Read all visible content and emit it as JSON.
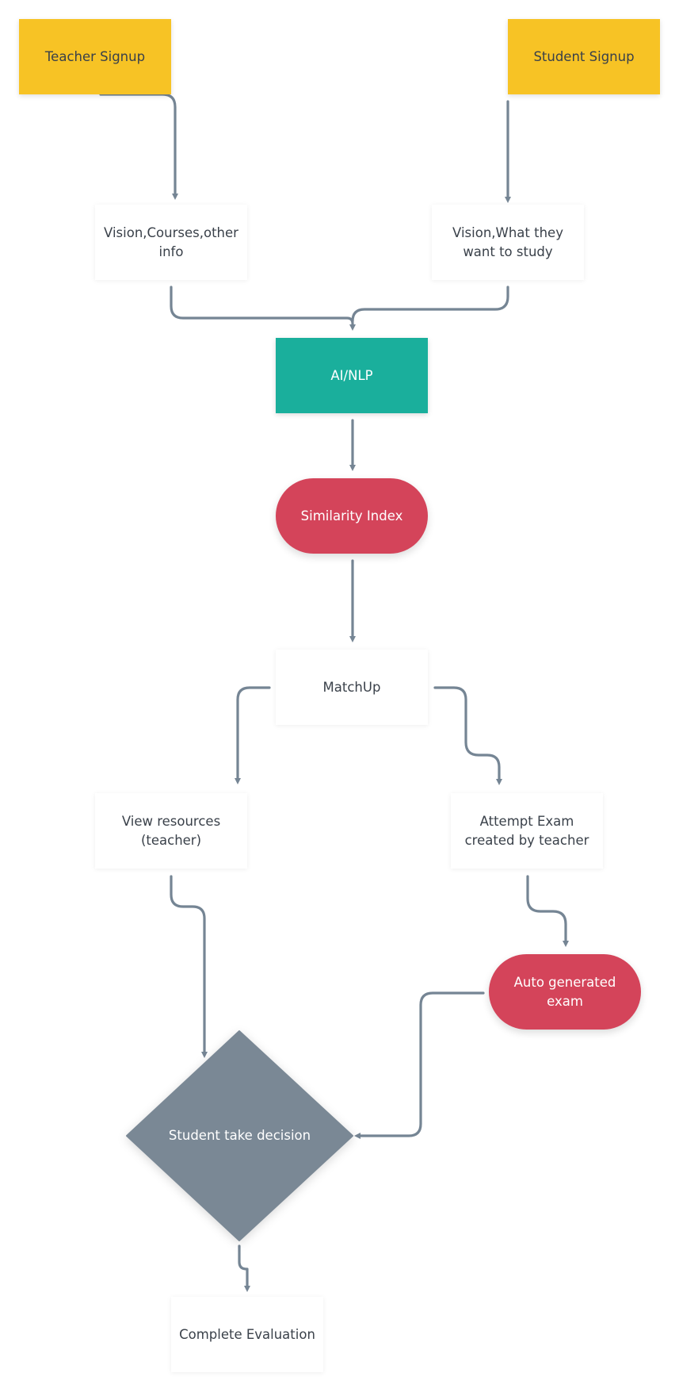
{
  "colors": {
    "start_node": "#f7c325",
    "process_node": "#1aaf9c",
    "terminal_node": "#d4445a",
    "decision_node": "#7a8895",
    "connector": "#758594",
    "text_dark": "#3a414a",
    "text_light": "#ffffff"
  },
  "nodes": {
    "teacher_signup": "Teacher Signup",
    "student_signup": "Student Signup",
    "teacher_info": "Vision,Courses,other\ninfo",
    "student_info": "Vision,What they\nwant to study",
    "ai_nlp": "AI/NLP",
    "similarity_index": "Similarity Index",
    "matchup": "MatchUp",
    "view_resources": "View resources\n(teacher)",
    "attempt_exam": "Attempt Exam\ncreated by teacher",
    "auto_exam": "Auto generated exam",
    "student_decision": "Student take decision",
    "complete_evaluation": "Complete Evaluation"
  }
}
